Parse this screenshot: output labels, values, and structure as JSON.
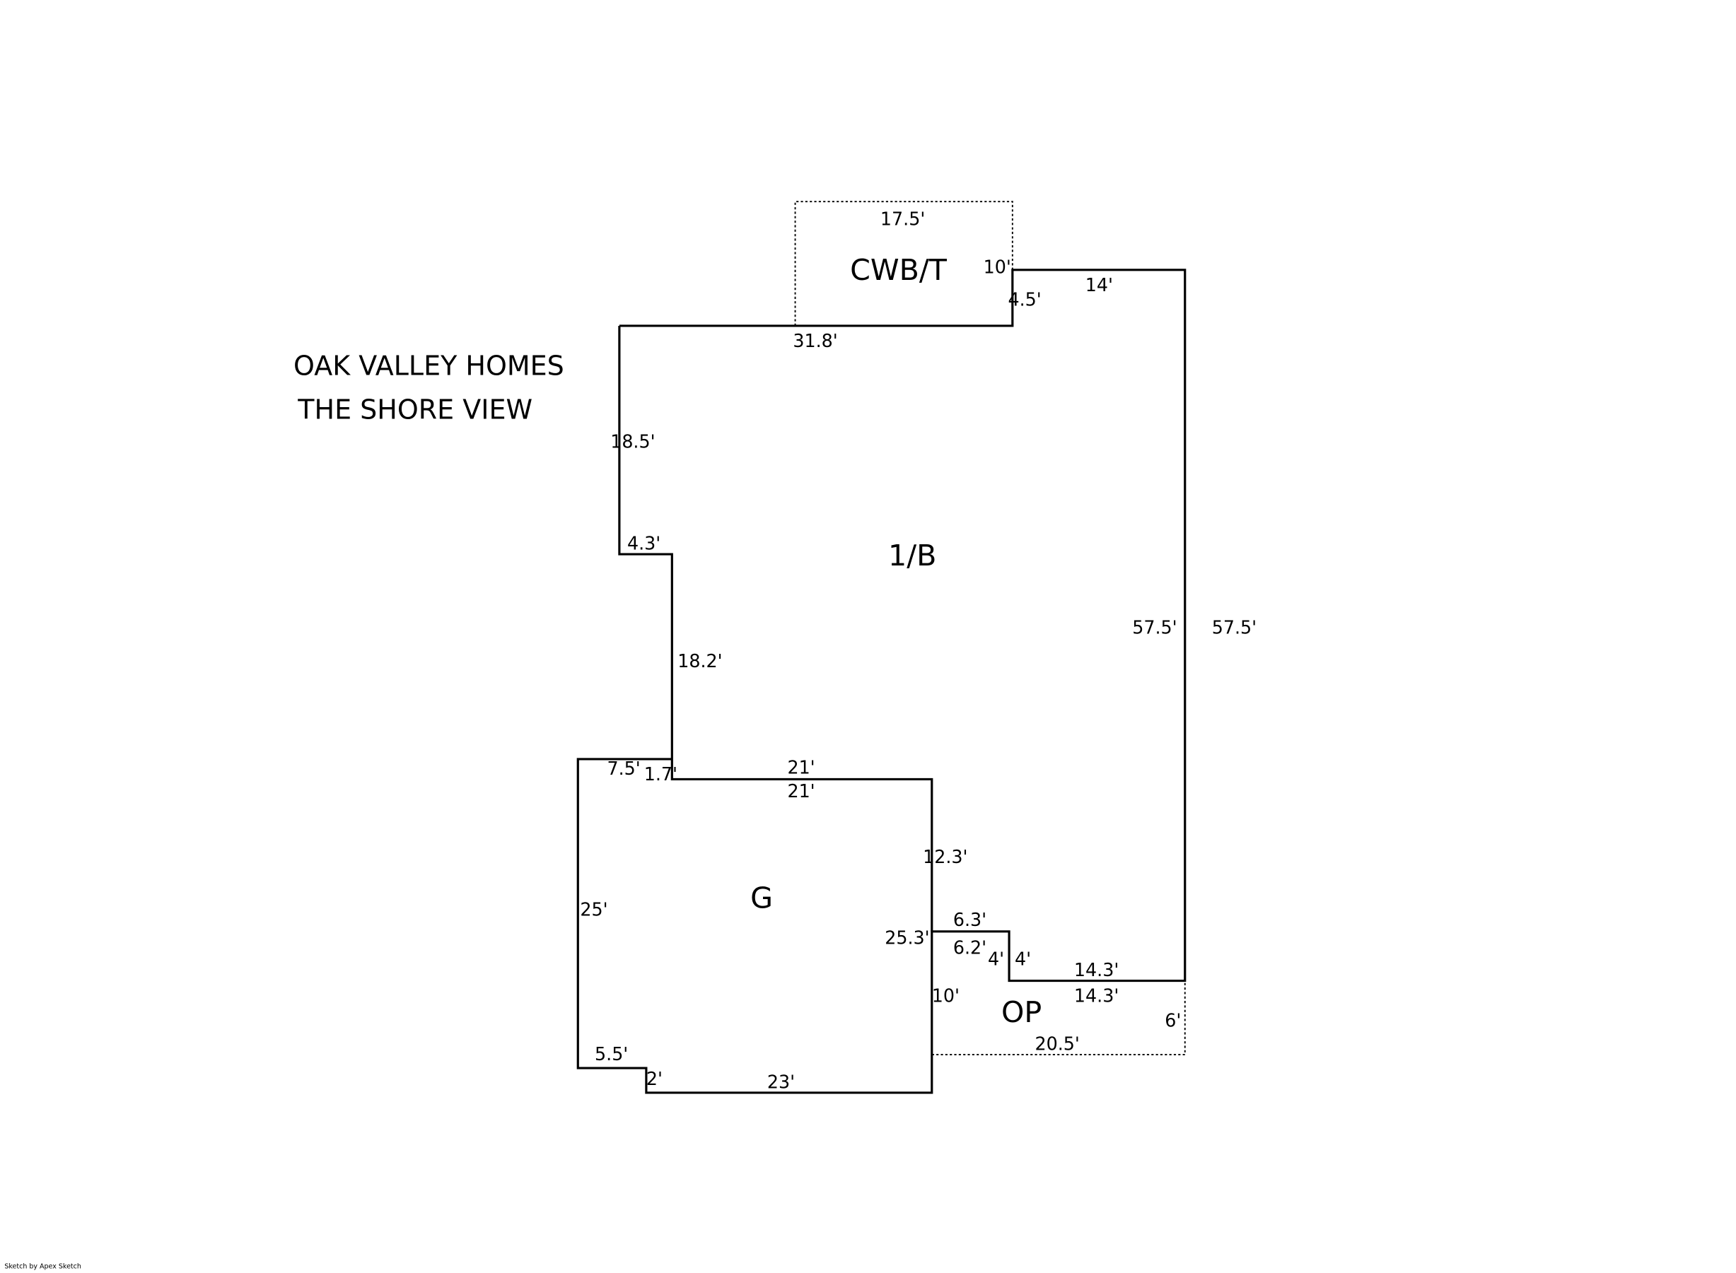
{
  "title": {
    "line1": "OAK VALLEY HOMES",
    "line2": "THE SHORE VIEW"
  },
  "rooms": {
    "cwbt": "CWB/T",
    "main": "1/B",
    "garage": "G",
    "porch": "OP"
  },
  "dimensions": {
    "cwbt_top": "17.5'",
    "cwbt_side": "10'",
    "step_4_5": "4.5'",
    "top_14": "14'",
    "top_31_8": "31.8'",
    "left_18_5": "18.5'",
    "jog_4_3": "4.3'",
    "left_18_2": "18.2'",
    "right_inner_57_5": "57.5'",
    "right_outer_57_5": "57.5'",
    "g_7_5": "7.5'",
    "g_1_7": "1.7'",
    "g_21_top": "21'",
    "g_21_bottom": "21'",
    "g_12_3": "12.3'",
    "g_25": "25'",
    "g_25_3": "25.3'",
    "g_6_3": "6.3'",
    "g_6_2": "6.2'",
    "g_4_left": "4'",
    "g_4_right": "4'",
    "op_14_3_top": "14.3'",
    "op_14_3_bottom": "14.3'",
    "op_10": "10'",
    "op_6": "6'",
    "op_20_5": "20.5'",
    "g_5_5": "5.5'",
    "g_2": "2'",
    "g_23": "23'"
  },
  "footer": "Sketch by Apex Sketch"
}
